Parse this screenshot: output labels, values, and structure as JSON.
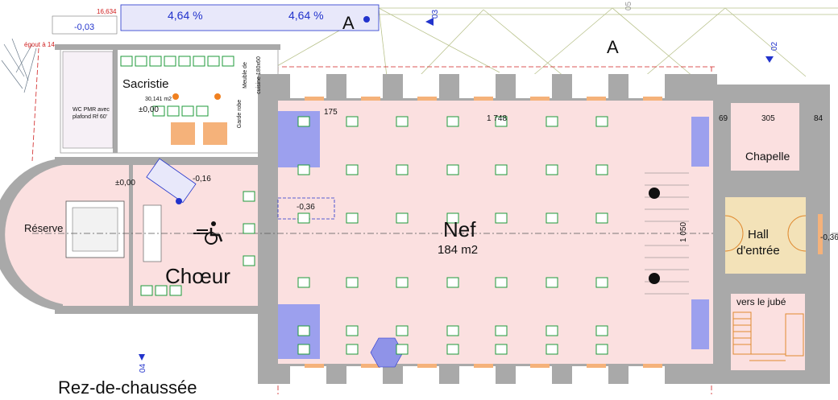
{
  "drawing": {
    "title": "Rez-de-chaussée",
    "rooms": {
      "nef": "Nef",
      "nef_area": "184 m2",
      "choeur": "Chœur",
      "sacristie": "Sacristie",
      "reserve": "Réserve",
      "chapelle": "Chapelle",
      "hall_line1": "Hall",
      "hall_line2": "d'entrée",
      "jube": "vers le jubé"
    },
    "slopes": [
      "4,64 %",
      "4,64 %"
    ],
    "section_marks": [
      "A",
      "A"
    ],
    "grid_refs": [
      "03",
      "02",
      "04",
      "05"
    ],
    "dimensions": {
      "nef_length": "1 748",
      "nef_width": "1 050",
      "chapelle_width": "305",
      "chapelle_left": "69",
      "chapelle_right": "84",
      "nef_offset": "175"
    },
    "levels": {
      "sacristie": "±0,00",
      "reserve": "±0,00",
      "choeur": "-0,16",
      "nef": "-0,36",
      "hall": "-0,36",
      "top_left": "-0,03",
      "top_height": "16,634"
    },
    "notes": {
      "egout": "égout à 14",
      "wc": "WC PMR avec",
      "wc2": "plafond Rf 60'",
      "sacristie_area": "30,141 m2",
      "garde_robe": "Garde robe",
      "meuble": "Meuble de",
      "meuble2": "cuisine 180x60"
    },
    "colors": {
      "floor_pink": "#fbe0e0",
      "wall_grey": "#a9a9a9",
      "stair_blue": "#9ca0ee",
      "hall_yellow": "#f3e2b8",
      "seat_green": "#1e9a3a",
      "annotation_blue": "#2233cc",
      "annotation_red": "#d02020"
    }
  }
}
